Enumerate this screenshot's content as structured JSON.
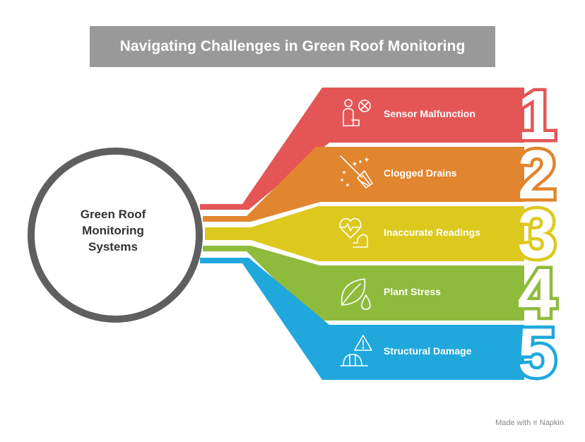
{
  "title": "Navigating Challenges in Green Roof Monitoring",
  "center": {
    "lines": [
      "Green Roof",
      "Monitoring",
      "Systems"
    ]
  },
  "items": [
    {
      "number": "1",
      "label": "Sensor Malfunction",
      "color": "#E45656",
      "icon": "person-sensor-x-icon"
    },
    {
      "number": "2",
      "label": "Clogged Drains",
      "color": "#E1852F",
      "icon": "broom-sparkle-icon"
    },
    {
      "number": "3",
      "label": "Inaccurate Readings",
      "color": "#DDC91E",
      "icon": "heart-pulse-arm-icon"
    },
    {
      "number": "4",
      "label": "Plant Stress",
      "color": "#8FBB3D",
      "icon": "leaf-water-drop-icon"
    },
    {
      "number": "5",
      "label": "Structural Damage",
      "color": "#20A8DD",
      "icon": "warning-construction-icon"
    }
  ],
  "footer": {
    "prefix": "Made with",
    "brand": "Napkin"
  }
}
